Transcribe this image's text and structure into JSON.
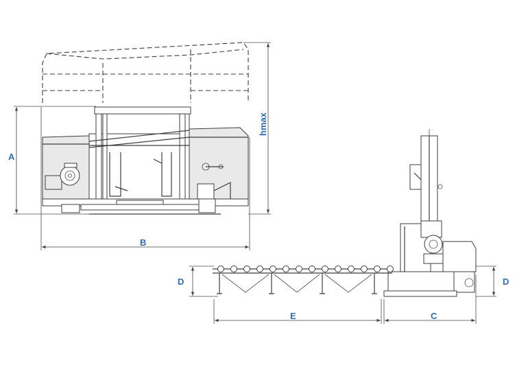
{
  "colors": {
    "label": "#2e6db4",
    "line": "#3c3c3c"
  },
  "labels": {
    "A": "A",
    "B": "B",
    "hmax": "hmax",
    "D_left": "D",
    "D_right": "D",
    "E": "E",
    "C": "C"
  }
}
